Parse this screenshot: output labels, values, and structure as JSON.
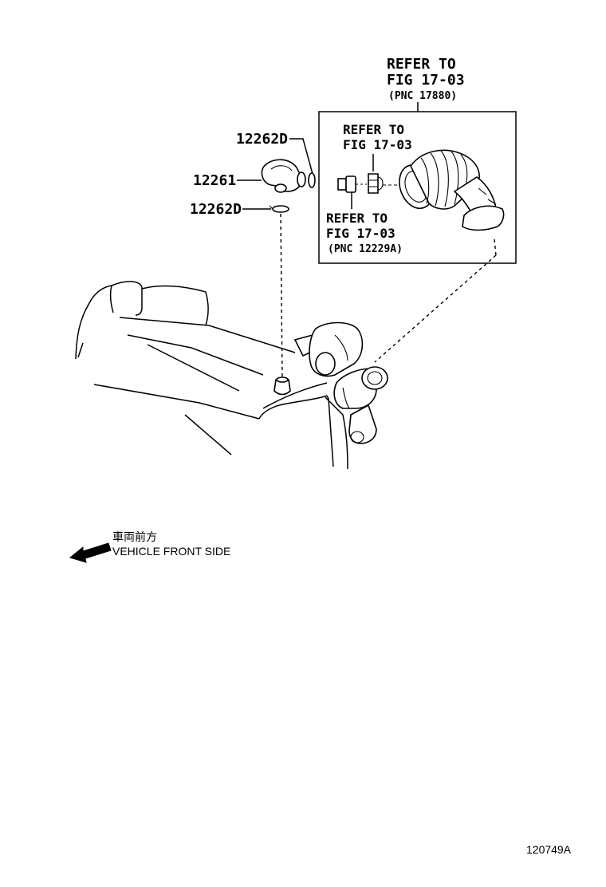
{
  "callouts": {
    "top_refer_line1": "REFER TO",
    "top_refer_line2": "FIG 17-03",
    "top_refer_pnc": "(PNC 17880)",
    "clamp_refer_line1": "REFER TO",
    "clamp_refer_line2": "FIG 17-03",
    "fitting_refer_line1": "REFER TO",
    "fitting_refer_line2": "FIG 17-03",
    "fitting_refer_pnc": "(PNC 12229A)"
  },
  "parts": {
    "clip_upper": "12262D",
    "hose": "12261",
    "clip_lower": "12262D"
  },
  "direction": {
    "label_jp": "車両前方",
    "label_en": "VEHICLE FRONT SIDE"
  },
  "figure_id": "120749A"
}
